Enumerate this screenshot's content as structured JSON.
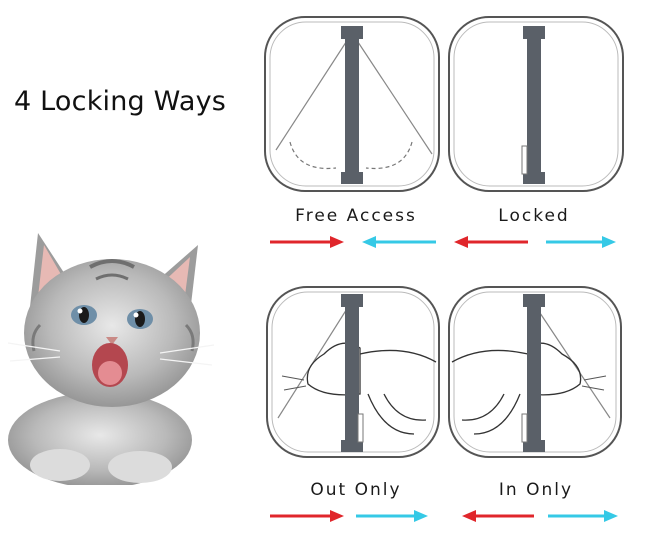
{
  "headline": "4 Locking Ways",
  "modes": [
    {
      "label": "Free Access",
      "state": "free"
    },
    {
      "label": "Locked",
      "state": "locked"
    },
    {
      "label": "Out Only",
      "state": "out"
    },
    {
      "label": "In Only",
      "state": "in"
    }
  ],
  "colors": {
    "out_arrow": "#e0262b",
    "in_arrow": "#35c9e6",
    "panel_stroke": "#555555",
    "bar": "#5a6068"
  }
}
